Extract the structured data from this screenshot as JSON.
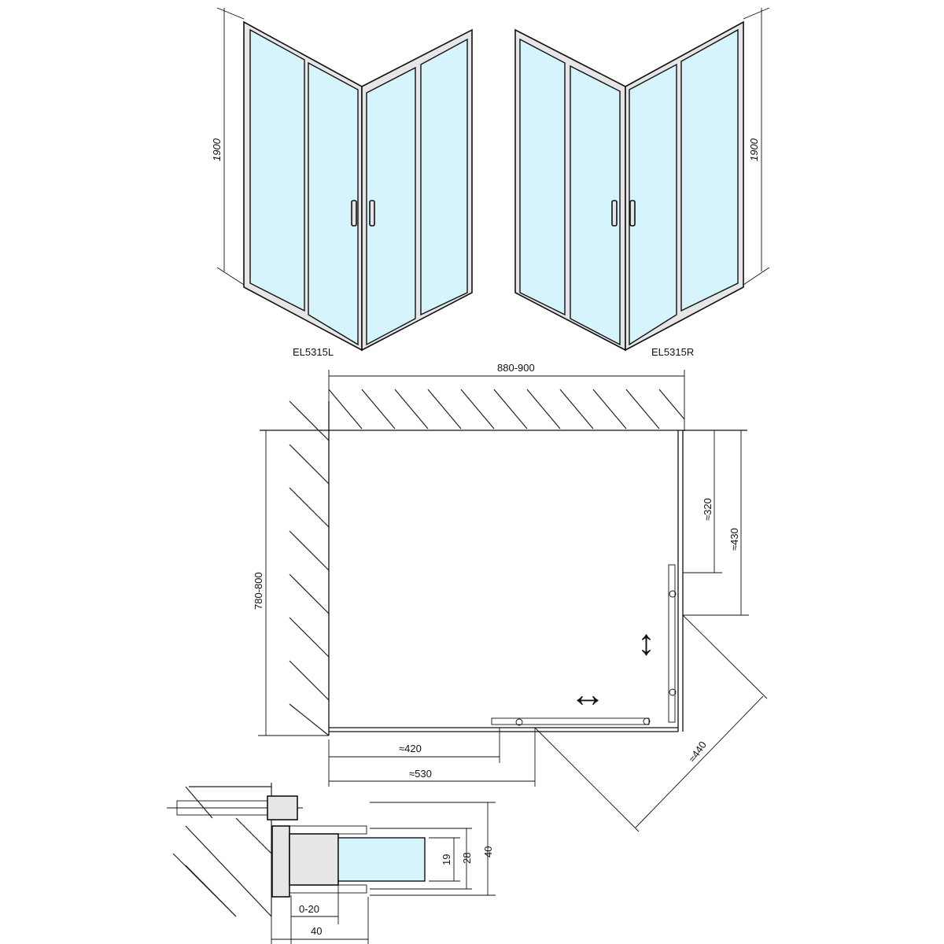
{
  "product_views": {
    "left_model": "EL5315L",
    "right_model": "EL5315R",
    "height_left": "1900",
    "height_right": "1900"
  },
  "plan": {
    "width_dim": "880-900",
    "depth_dim": "780-800",
    "dim_320": "≈320",
    "dim_430": "≈430",
    "dim_420": "≈420",
    "dim_530": "≈530",
    "dim_440": "≈440",
    "arrow_vertical": "↕",
    "arrow_horizontal": "↔"
  },
  "profile_detail": {
    "dim_40_vertical": "40",
    "dim_28": "28",
    "dim_19": "19",
    "dim_0_20": "0-20",
    "dim_40_horizontal": "40"
  },
  "colors": {
    "glass": "#d6f4fb",
    "line": "#111111"
  }
}
